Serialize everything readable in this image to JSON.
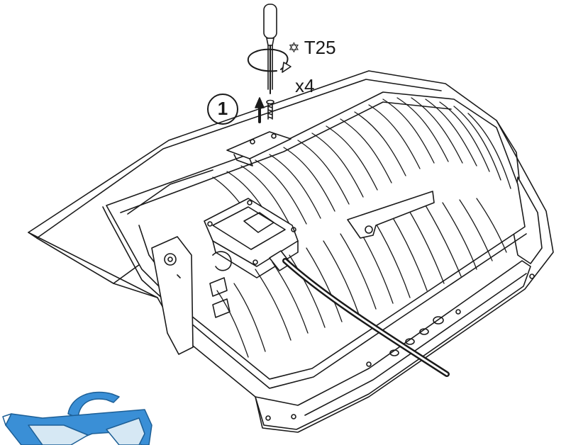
{
  "instruction": {
    "step_number": "1",
    "tool_bit": "T25",
    "tool_bit_icon": "torx-star-icon",
    "screw_quantity": "x4"
  },
  "colors": {
    "line": "#1a1a1a",
    "glasses_frame": "#3a8fd6",
    "glasses_lens": "#d6e8f4"
  }
}
